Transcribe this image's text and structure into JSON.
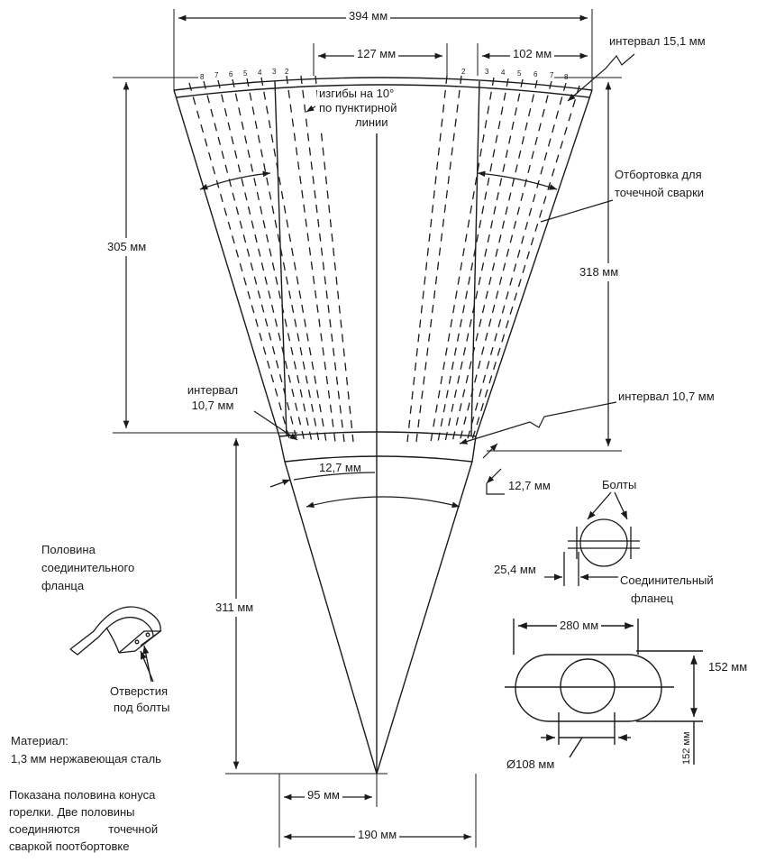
{
  "dimensions": {
    "top_width": "394 мм",
    "top_center": "127 мм",
    "top_right": "102 мм",
    "left_height": "305 мм",
    "right_height": "318 мм",
    "lower_height": "311 мм",
    "bottom_half": "95 мм",
    "bottom_full": "190 мм",
    "flange_width_small": "12,7 мм",
    "flange_width_right": "12,7 мм",
    "bolt_gap": "25,4 мм",
    "oval_length": "280 мм",
    "oval_height": "152 мм",
    "oval_height_vertical": "152 мм",
    "hole_diameter": "Ø108 мм"
  },
  "labels": {
    "interval_top": "интервал 15,1 мм",
    "bends_note": [
      "изгибы на 10°",
      "по пунктирной",
      "линии"
    ],
    "flanging": [
      "Отбортовка для",
      "точечной сварки"
    ],
    "interval_left": [
      "интервал",
      "10,7 мм"
    ],
    "interval_right": "интервал 10,7 мм",
    "bolts": "Болты",
    "connecting_flange": [
      "Соединительный",
      "фланец"
    ],
    "half_flange": [
      "Половина",
      "соединительного",
      "фланца"
    ],
    "bolt_holes": [
      "Отверстия",
      "под болты"
    ],
    "material": [
      "Материал:",
      "1,3 мм нержавеющая  сталь"
    ],
    "note": [
      "Показана половина конуса",
      "горелки. Две половины",
      "соединяются точечной",
      "сваркой поотбортовке"
    ]
  },
  "bend_numbers_left": [
    "8",
    "7",
    "6",
    "5",
    "4",
    "3",
    "2"
  ],
  "bend_numbers_right": [
    "2",
    "3",
    "4",
    "5",
    "6",
    "7",
    "8"
  ]
}
